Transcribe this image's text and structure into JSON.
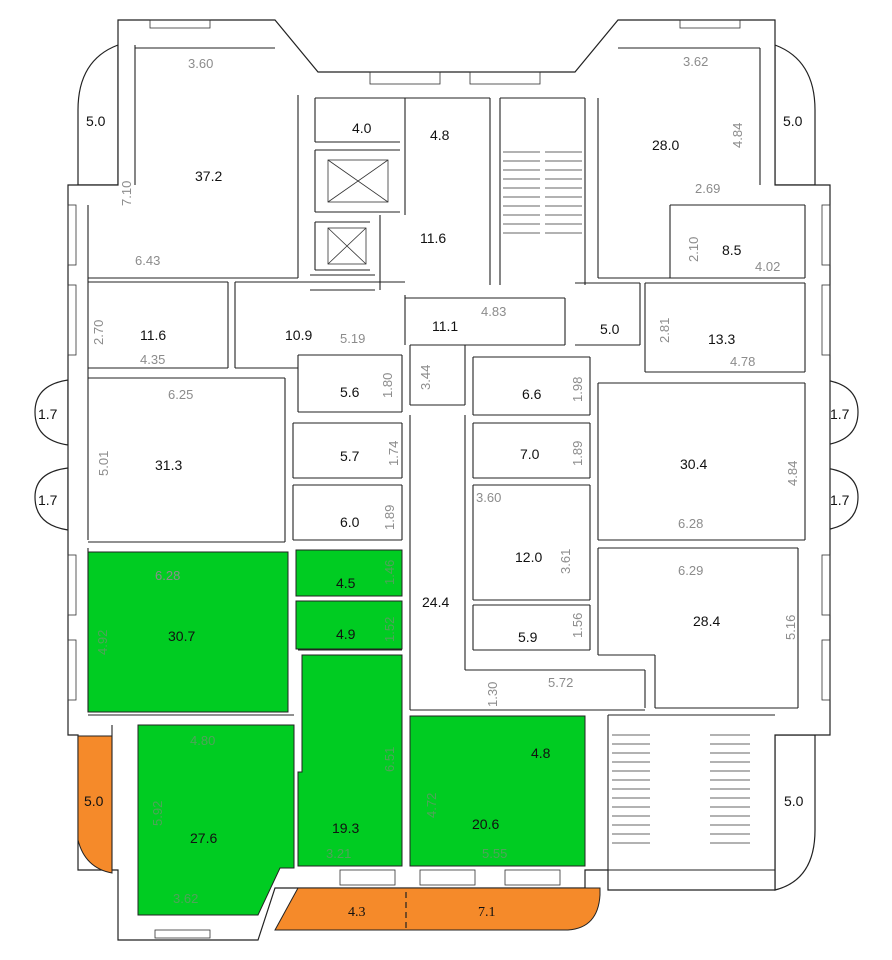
{
  "colors": {
    "highlight_green": "#00cc22",
    "balcony_orange": "#f58a2a",
    "wall": "#222222",
    "dimension_text": "#8c8c8c"
  },
  "rooms": {
    "r372": "37.2",
    "r40": "4.0",
    "r48a": "4.8",
    "r280": "28.0",
    "r116a": "11.6",
    "r85": "8.5",
    "r116b": "11.6",
    "r109": "10.9",
    "r111": "11.1",
    "r50mid": "5.0",
    "r133": "13.3",
    "r56": "5.6",
    "r66": "6.6",
    "r313": "31.3",
    "r57": "5.7",
    "r70": "7.0",
    "r304": "30.4",
    "r60": "6.0",
    "r120": "12.0",
    "r45": "4.5",
    "r244": "24.4",
    "r49": "4.9",
    "r59": "5.9",
    "r307": "30.7",
    "r284": "28.4",
    "r48b": "4.8",
    "r276": "27.6",
    "r193": "19.3",
    "r206": "20.6"
  },
  "dims": {
    "d360": "3.60",
    "d362": "3.62",
    "d484a": "4.84",
    "d710": "7.10",
    "d269": "2.69",
    "d643": "6.43",
    "d210": "2.10",
    "d402": "4.02",
    "d270": "2.70",
    "d483": "4.83",
    "d281": "2.81",
    "d519": "5.19",
    "d435": "4.35",
    "d344": "3.44",
    "d478": "4.78",
    "d180": "1.80",
    "d198": "1.98",
    "d625": "6.25",
    "d501": "5.01",
    "d174": "1.74",
    "d189a": "1.89",
    "d484b": "4.84",
    "d189b": "1.89",
    "d360b": "3.60",
    "d628a": "6.28",
    "d628b": "6.28",
    "d361": "3.61",
    "d629": "6.29",
    "d146": "1.46",
    "d492": "4.92",
    "d152": "1.52",
    "d156": "1.56",
    "d516": "5.16",
    "d130": "1.30",
    "d572": "5.72",
    "d480": "4.80",
    "d651": "6.51",
    "d592": "5.92",
    "d472": "4.72",
    "d321": "3.21",
    "d555": "5.55",
    "d362b": "3.62"
  },
  "outside": {
    "o50_tl": "5.0",
    "o50_tr": "5.0",
    "o17_l1": "1.7",
    "o17_l2": "1.7",
    "o17_r1": "1.7",
    "o17_r2": "1.7",
    "o50_bl": "5.0",
    "o50_br": "5.0",
    "o43": "4.3",
    "o71": "7.1"
  }
}
